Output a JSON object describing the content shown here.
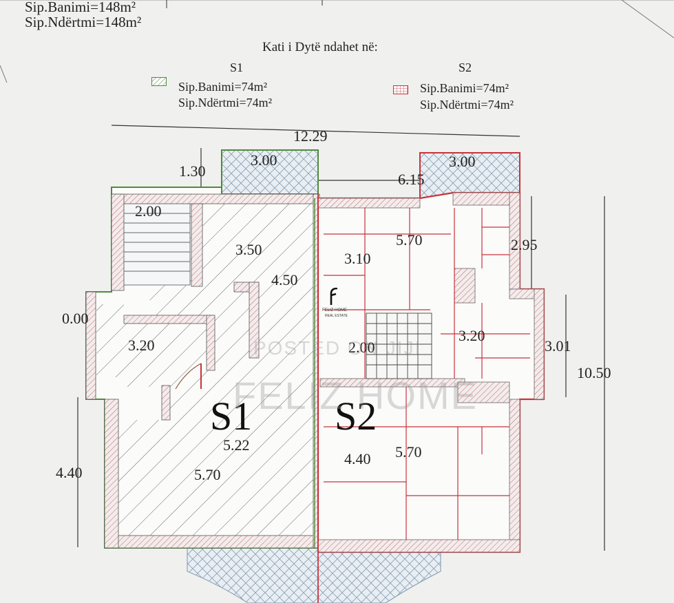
{
  "header": {
    "line1": "Sip.Banimi=148m²",
    "line2": "Sip.Ndërtmi=148m²",
    "division_title": "Kati i Dytë ndahet në:"
  },
  "legend": {
    "s1": {
      "title": "S1",
      "line1": "Sip.Banimi=74m²",
      "line2": "Sip.Ndërtmi=74m²",
      "color": "#4f8a3c"
    },
    "s2": {
      "title": "S2",
      "line1": "Sip.Banimi=74m²",
      "line2": "Sip.Ndërtmi=74m²",
      "color": "#c8323a"
    }
  },
  "dimensions": {
    "total_width": "12.29",
    "balcony_s1": "3.00",
    "balcony_s2": "3.00",
    "offset_left": "1.30",
    "s2_top_width": "6.15",
    "stair_s1": "2.00",
    "room_s1_a": "3.50",
    "room_s1_b": "4.50",
    "left_level": "0.00",
    "room_s1_c": "3.20",
    "s1_room_d": "5.22",
    "left_height": "4.40",
    "s1_bottom": "5.70",
    "s2_a": "3.10",
    "s2_b": "5.70",
    "s2_right_a": "2.95",
    "s2_c": "3.20",
    "s2_stair": "2.00",
    "s2_right_b": "3.01",
    "total_height": "10.50",
    "s2_d": "4.40",
    "s2_e": "5.70"
  },
  "units": {
    "s1": "S1",
    "s2": "S2"
  },
  "watermark": {
    "posted": "POSTED ON JIJI",
    "brand": "FELIZ HOME",
    "logo_line1": "FELIZ HOME",
    "logo_line2": "REAL ESTATE"
  },
  "colors": {
    "s1_outline": "#4f8a3c",
    "s2_outline": "#c8323a",
    "hatch": "#555555",
    "crosshatch": "#8aa3b8"
  }
}
